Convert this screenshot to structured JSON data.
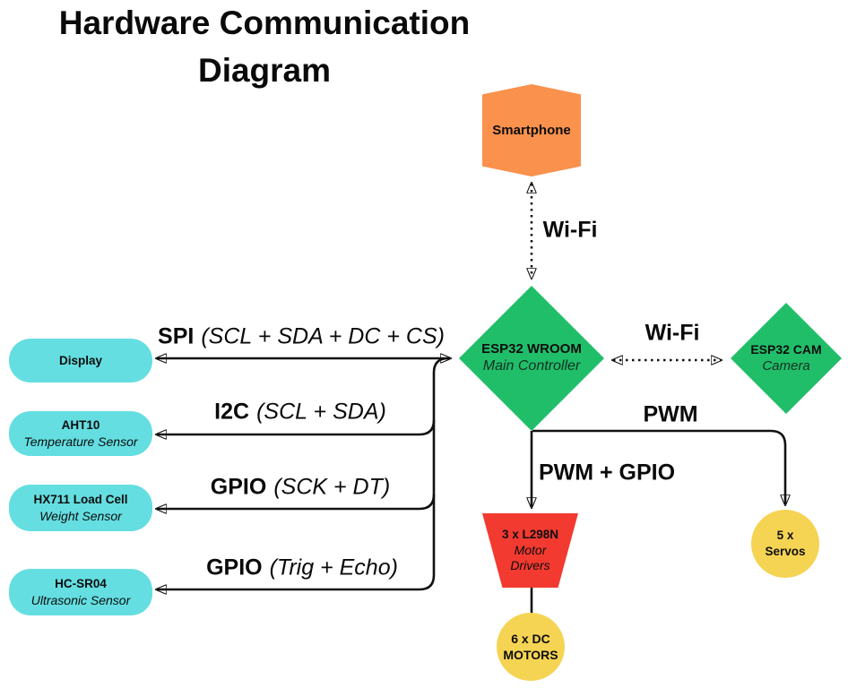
{
  "title": {
    "line1": "Hardware Communication",
    "line2": "Diagram"
  },
  "nodes": {
    "smartphone": {
      "label": "Smartphone",
      "color": "#FA914D"
    },
    "esp32_wroom": {
      "name": "ESP32 WROOM",
      "role": "Main Controller",
      "color": "#21BE6A"
    },
    "esp32_cam": {
      "name": "ESP32 CAM",
      "role": "Camera",
      "color": "#21BE6A"
    },
    "display": {
      "name": "Display",
      "color": "#64DEE1"
    },
    "aht10": {
      "name": "AHT10",
      "role": "Temperature Sensor",
      "color": "#64DEE1"
    },
    "hx711": {
      "name": "HX711 Load Cell",
      "role": "Weight Sensor",
      "color": "#64DEE1"
    },
    "hcsr04": {
      "name": "HC-SR04",
      "role": "Ultrasonic Sensor",
      "color": "#64DEE1"
    },
    "l298n": {
      "name": "3 x L298N",
      "role_line1": "Motor",
      "role_line2": "Drivers",
      "color": "#F23A30"
    },
    "dc_motors": {
      "line1": "6 x DC",
      "line2": "MOTORS",
      "color": "#F5D454"
    },
    "servos": {
      "line1": "5 x",
      "line2": "Servos",
      "color": "#F5D454"
    }
  },
  "edges": {
    "smartphone_wifi": {
      "label": "Wi-Fi"
    },
    "cam_wifi": {
      "label": "Wi-Fi"
    },
    "spi": {
      "protocol": "SPI",
      "pins": "(SCL + SDA + DC + CS)"
    },
    "i2c": {
      "protocol": "I2C",
      "pins": "(SCL + SDA)"
    },
    "gpio_weight": {
      "protocol": "GPIO",
      "pins": "(SCK + DT)"
    },
    "gpio_ultrasonic": {
      "protocol": "GPIO",
      "pins": "(Trig + Echo)"
    },
    "pwm": {
      "label": "PWM"
    },
    "pwm_gpio": {
      "label": "PWM + GPIO"
    }
  },
  "palette": {
    "line": "#111111",
    "background": "#ffffff"
  }
}
